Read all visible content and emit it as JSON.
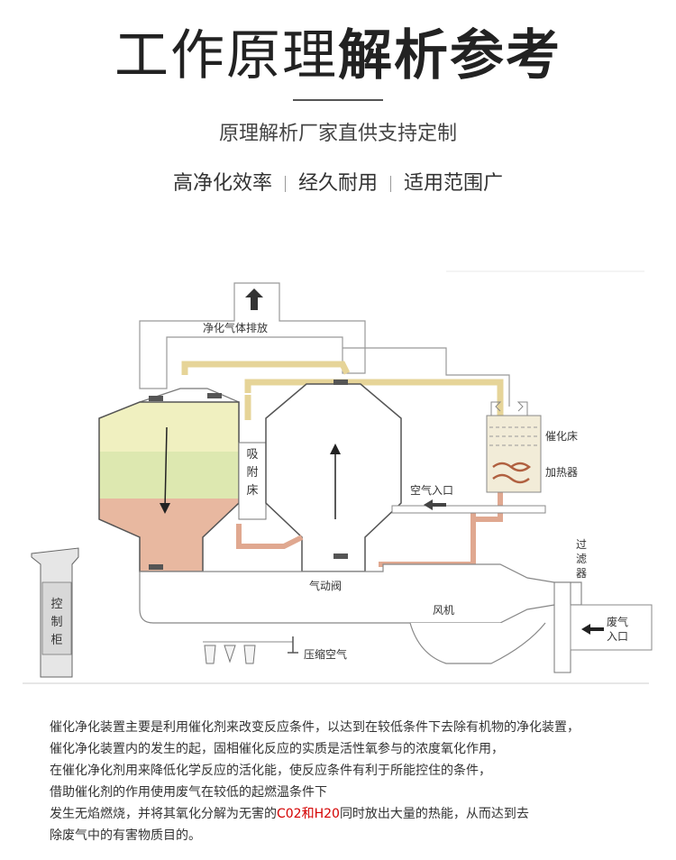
{
  "header": {
    "title_light": "工作原理",
    "title_bold": "解析参考",
    "subtitle": "原理解析厂家直供支持定制",
    "features": [
      "高净化效率",
      "经久耐用",
      "适用范围广"
    ]
  },
  "diagram": {
    "labels": {
      "exhaust": "净化气体排放",
      "adsorption_bed": [
        "吸",
        "附",
        "床"
      ],
      "catalytic_bed": "催化床",
      "heater": "加热器",
      "air_inlet": "空气入口",
      "filter": [
        "过",
        "滤",
        "器"
      ],
      "pneumatic_valve": "气动阀",
      "fan": "风机",
      "waste_gas_inlet": [
        "废气",
        "入口"
      ],
      "compressed_air": "压缩空气",
      "control_cabinet": [
        "控",
        "制",
        "柜"
      ]
    }
  },
  "description": {
    "lines": [
      "催化净化装置主要是利用催化剂来改变反应条件，以达到在较低条件下去除有机物的净化装置，",
      "催化净化装置内的发生的起，固相催化反应的实质是活性氧参与的浓度氧化作用，",
      "在催化净化剂用来降低化学反应的活化能，使反应条件有利于所能控住的条件，",
      "借助催化剂的作用使用废气在较低的起燃温条件下"
    ],
    "line5_before": "发生无焰燃烧，并将其氧化分解为无害的",
    "line5_highlight": "C02和H20",
    "line5_after": "同时放出大量的热能，从而达到去",
    "line6": "除废气中的有害物质目的。"
  },
  "colors": {
    "adsorbent_yellow": "#f0f0c0",
    "adsorbent_green": "#dde8b0",
    "pink_zone": "#e8b8a0",
    "duct_tan": "#f0dca8",
    "highlight_red": "#d40000"
  }
}
